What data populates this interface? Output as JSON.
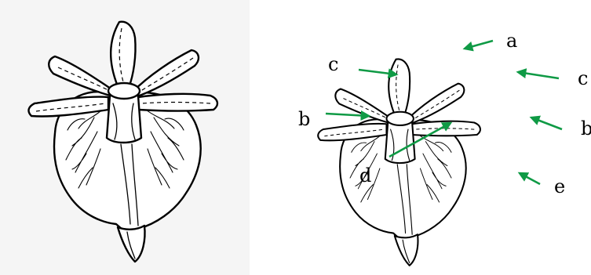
{
  "colors": {
    "arrow": "#0f9a45",
    "ink": "#000000",
    "left_panel_bg": "#f5f5f5"
  },
  "left_panel": {
    "icon": "orchid-flower-drawing-icon"
  },
  "right_panel": {
    "icon": "orchid-flower-drawing-icon",
    "labels": {
      "a": "a",
      "c_left": "c",
      "c_right": "c",
      "b_left": "b",
      "b_right": "b",
      "d": "d",
      "e": "e"
    }
  }
}
